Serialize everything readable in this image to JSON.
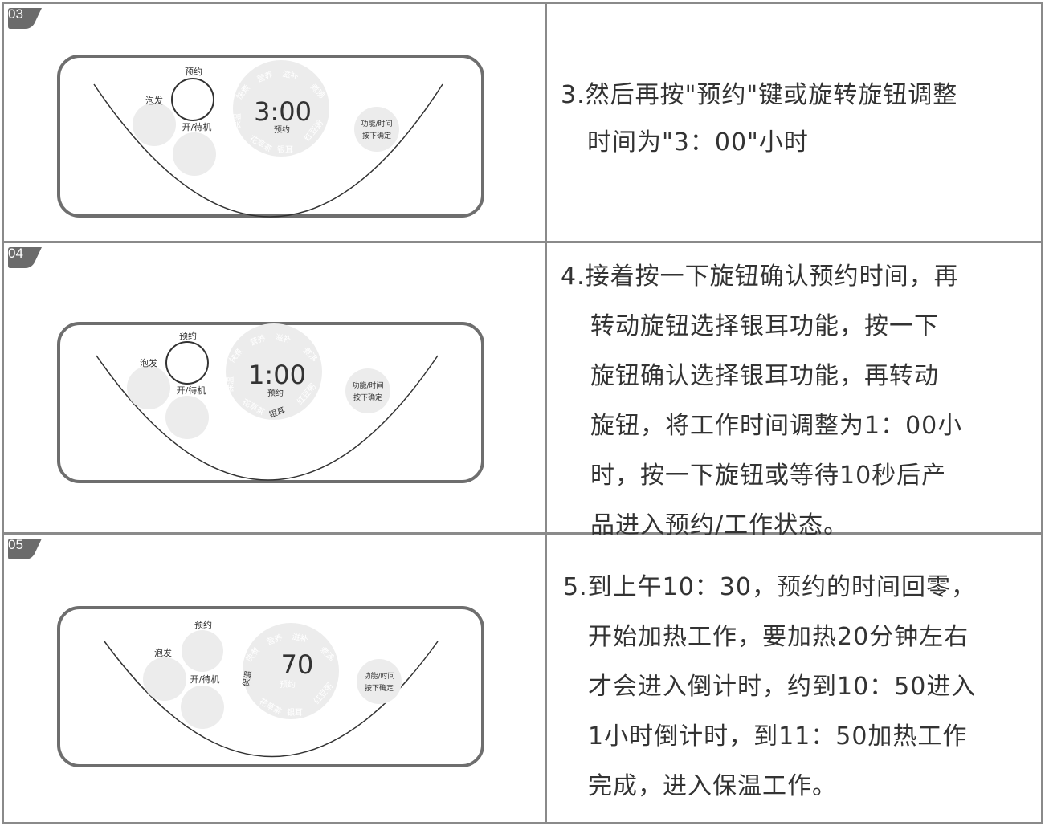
{
  "steps": [
    {
      "number": "03",
      "panel": {
        "soak_label": "泡发",
        "reserve_label": "预约",
        "power_label": "开/待机",
        "display_value": "3:00",
        "display_sub": "预约",
        "confirm_line1": "功能/时间",
        "confirm_line2": "按下确定",
        "dial_labels": [
          "快煮",
          "营养",
          "滋补",
          "煮沸",
          "保温",
          "银耳",
          "花草茶",
          "红豆粥"
        ]
      },
      "instruction": {
        "lead": "3.然后再按\"预约\"键或旋转旋钮调整",
        "lines": [
          "时间为\"3：00\"小时"
        ]
      }
    },
    {
      "number": "04",
      "panel": {
        "soak_label": "泡发",
        "reserve_label": "预约",
        "power_label": "开/待机",
        "display_value": "1:00",
        "display_sub": "预约",
        "selected_function": "银耳",
        "confirm_line1": "功能/时间",
        "confirm_line2": "按下确定",
        "dial_labels": [
          "快煮",
          "营养",
          "滋补",
          "煮沸",
          "保温",
          "花草茶",
          "红豆粥"
        ]
      },
      "instruction": {
        "lead": "4.接着按一下旋钮确认预约时间，再",
        "lines": [
          "转动旋钮选择银耳功能，按一下",
          "旋钮确认选择银耳功能，再转动",
          "旋钮，将工作时间调整为1：00小",
          "时，按一下旋钮或等待10秒后产",
          "品进入预约/工作状态。"
        ]
      }
    },
    {
      "number": "05",
      "panel": {
        "soak_label": "泡发",
        "reserve_label": "预约",
        "power_label": "开/待机",
        "display_value": "70",
        "display_sub": "预约",
        "keep_warm_label": "保温",
        "confirm_line1": "功能/时间",
        "confirm_line2": "按下确定",
        "dial_labels": [
          "快煮",
          "营养",
          "滋补",
          "煮沸",
          "花草茶",
          "红豆粥",
          "银耳"
        ]
      },
      "instruction": {
        "lead": "5.到上午10：30，预约的时间回零，",
        "lines": [
          "开始加热工作，要加热20分钟左右",
          "才会进入倒计时，约到10：50进入",
          "1小时倒计时，到11：50加热工作",
          "完成，进入保温工作。"
        ]
      }
    }
  ],
  "colors": {
    "border": "#8a8a8a",
    "panel_outline": "#6e6e6e",
    "button_fill": "#ececec",
    "badge": "#6b6b6b",
    "text": "#333333"
  }
}
